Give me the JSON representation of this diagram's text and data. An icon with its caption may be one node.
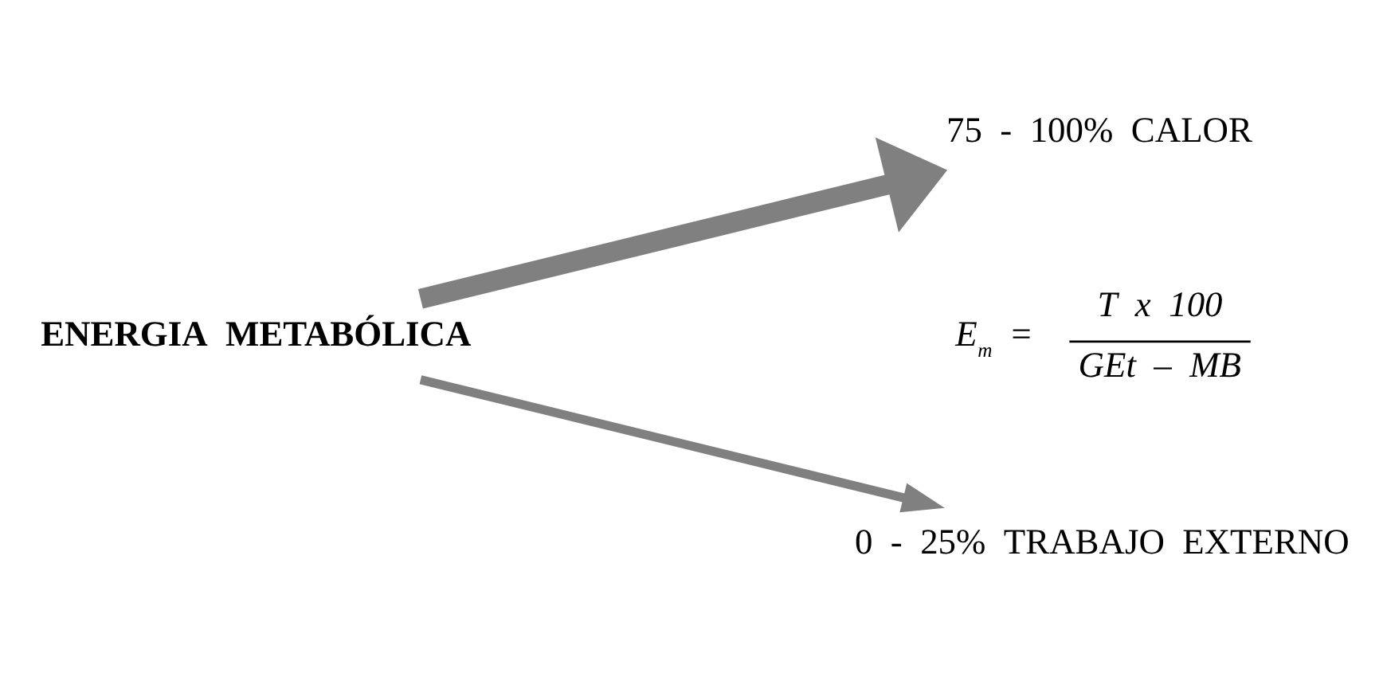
{
  "diagram": {
    "nodes": [
      {
        "text": [
          "ENERGIA METABÓLICA"
        ]
      },
      {
        "text": [
          "75 - 100% CALOR"
        ]
      },
      {
        "text": [
          "0 - 25% TRABAJO EXTERNO"
        ]
      }
    ],
    "edges": [
      {
        "from": 0,
        "to": 1,
        "arrow": "to",
        "style": "thick"
      },
      {
        "from": 0,
        "to": 2,
        "arrow": "to"
      }
    ],
    "labels": [
      "E$_{m}$ =",
      "T x 100",
      "GEt – MB"
    ]
  }
}
